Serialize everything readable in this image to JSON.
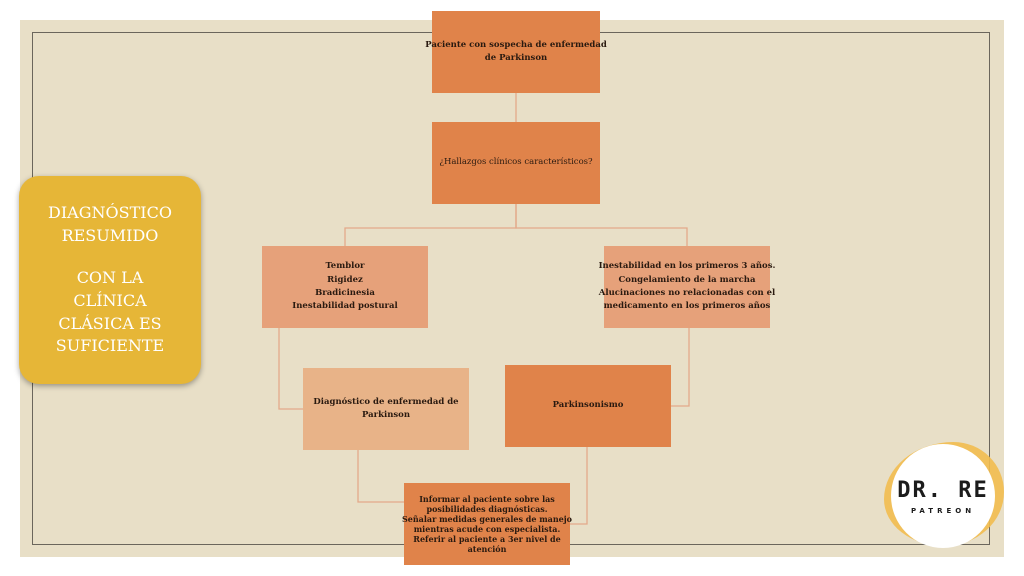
{
  "colors": {
    "background": "#e8dfc7",
    "frame": "#6b665c",
    "callout": "#e6b637",
    "logo_accent": "#f2bd4f",
    "node_orange_dark": "#e0834a",
    "node_orange_light": "#e6a17a",
    "node_peach": "#e8b388"
  },
  "callout": {
    "line1": "DIAGNÓSTICO",
    "line2": "RESUMIDO",
    "line3": "CON LA",
    "line4": "CLÍNICA",
    "line5": "CLÁSICA ES",
    "line6": "SUFICIENTE"
  },
  "diagram": {
    "nodes": [
      {
        "id": "n1",
        "lines": [
          {
            "text": "Paciente con sospecha de enfermedad",
            "bold": true
          },
          {
            "text": "de Parkinson",
            "bold": true
          }
        ]
      },
      {
        "id": "n2",
        "lines": [
          {
            "text": "¿Hallazgos clínicos característicos?",
            "bold": false
          }
        ]
      },
      {
        "id": "n3",
        "lines": [
          {
            "text": "Temblor",
            "bold": true
          },
          {
            "text": "Rigidez",
            "bold": true
          },
          {
            "text": "Bradicinesia",
            "bold": true
          },
          {
            "text": "Inestabilidad postural",
            "bold": true
          }
        ]
      },
      {
        "id": "n4",
        "lines": [
          {
            "text": "Inestabilidad en los primeros 3 años.",
            "bold": true
          },
          {
            "text": "Congelamiento de la marcha",
            "bold": true
          },
          {
            "text": "Alucinaciones no relacionadas con el",
            "bold": true
          },
          {
            "text": "medicamento en los primeros años",
            "bold": true
          }
        ]
      },
      {
        "id": "n5",
        "lines": [
          {
            "text": "Diagnóstico de enfermedad de",
            "bold": true
          },
          {
            "text": "Parkinson",
            "bold": true
          }
        ]
      },
      {
        "id": "n6",
        "lines": [
          {
            "text": "Parkinsonismo",
            "bold": true
          }
        ]
      },
      {
        "id": "n7",
        "lines": [
          {
            "text": "Informar al paciente sobre las",
            "bold": true
          },
          {
            "text": "posibilidades diagnósticas.",
            "bold": true
          },
          {
            "text": "Señalar medidas generales de manejo",
            "bold": true
          },
          {
            "text": "mientras acude con especialista.",
            "bold": true
          },
          {
            "text": "Referir al paciente a 3er nivel de",
            "bold": true
          },
          {
            "text": "atención",
            "bold": true
          }
        ]
      }
    ],
    "edges": [
      {
        "from": "n1",
        "to": "n2"
      },
      {
        "from": "n2",
        "to": "n3"
      },
      {
        "from": "n2",
        "to": "n4"
      },
      {
        "from": "n3",
        "to": "n5"
      },
      {
        "from": "n4",
        "to": "n6"
      },
      {
        "from": "n5",
        "to": "n7"
      },
      {
        "from": "n6",
        "to": "n7"
      }
    ]
  },
  "logo": {
    "main": "DR. RE",
    "sub": "PATREON"
  }
}
